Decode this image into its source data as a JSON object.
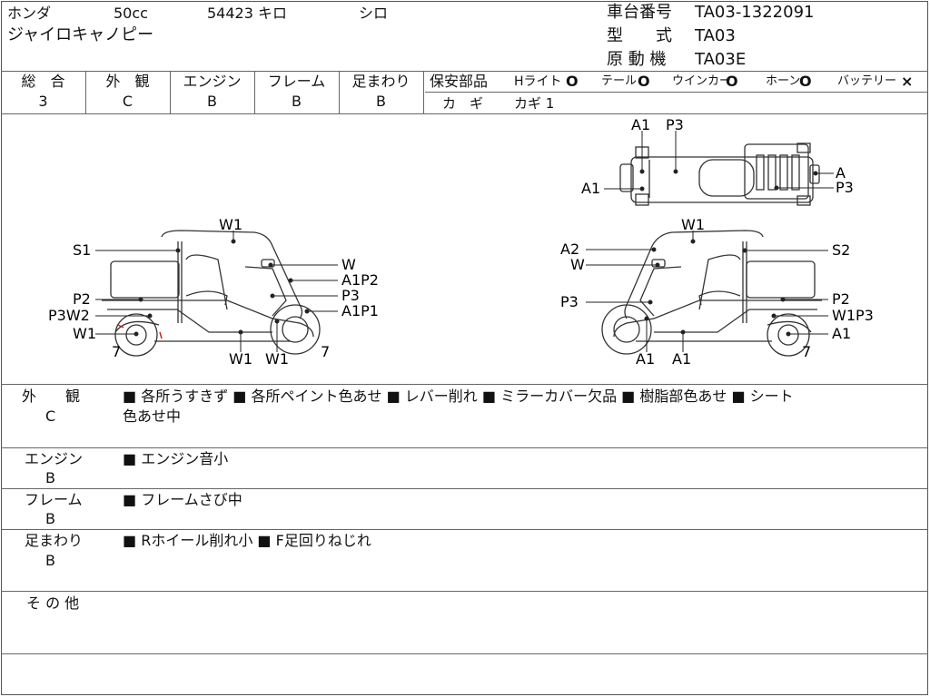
{
  "header": {
    "maker": "ホンダ",
    "displacement": "50cc",
    "mileage": "54423 キロ",
    "color": "シロ",
    "model_name": "ジャイロキャノピー",
    "frame_no_label": "車台番号",
    "frame_no_value": "TA03-1322091",
    "model_label": "型　　式",
    "model_value": "TA03",
    "engine_label": "原 動 機",
    "engine_value": "TA03E"
  },
  "grades": [
    {
      "label": "総　合",
      "value": "3"
    },
    {
      "label": "外　観",
      "value": "C"
    },
    {
      "label": "エンジン",
      "value": "B"
    },
    {
      "label": "フレーム",
      "value": "B"
    },
    {
      "label": "足まわり",
      "value": "B"
    }
  ],
  "safety": {
    "title": "保安部品",
    "items": [
      {
        "label": "Hライト",
        "mark": "O"
      },
      {
        "label": "テール",
        "mark": "O"
      },
      {
        "label": "ウインカー",
        "mark": "O"
      },
      {
        "label": "ホーン",
        "mark": "O"
      },
      {
        "label": "バッテリー",
        "mark": "×"
      }
    ],
    "key_label": "カ　ギ",
    "key_value": "カギ 1"
  },
  "diagram": {
    "left_view": {
      "S1": "S1",
      "W1_top": "W1",
      "W": "W",
      "A1P2": "A1P2",
      "P3": "P3",
      "A1P1": "A1P1",
      "P2": "P2",
      "P3W2": "P3W2",
      "W1_left": "W1",
      "seven_left": "7",
      "seven_right": "7",
      "W1_bottom1": "W1",
      "W1_bottom2": "W1"
    },
    "top_view": {
      "A1_top": "A1",
      "P3_top": "P3",
      "A1_left": "A1",
      "A_right": "A",
      "P3_right": "P3"
    },
    "right_view": {
      "W1_top": "W1",
      "A2": "A2",
      "W": "W",
      "P3": "P3",
      "S2": "S2",
      "P2": "P2",
      "W1P3": "W1P3",
      "A1_right": "A1",
      "A1_bottom1": "A1",
      "A1_bottom2": "A1",
      "seven": "7"
    }
  },
  "notes": [
    {
      "label": "外　　観",
      "grade": "C",
      "text": "■ 各所うすきず ■ 各所ペイント色あせ ■ レバー削れ ■ ミラーカバー欠品 ■ 樹脂部色あせ ■ シート",
      "text2": "色あせ中"
    },
    {
      "label": "エンジン",
      "grade": "B",
      "text": "■ エンジン音小"
    },
    {
      "label": "フレーム",
      "grade": "B",
      "text": "■ フレームさび中"
    },
    {
      "label": "足まわり",
      "grade": "B",
      "text": "■ Rホイール削れ小 ■ F足回りねじれ"
    },
    {
      "label": "そ の 他",
      "grade": "",
      "text": ""
    }
  ]
}
